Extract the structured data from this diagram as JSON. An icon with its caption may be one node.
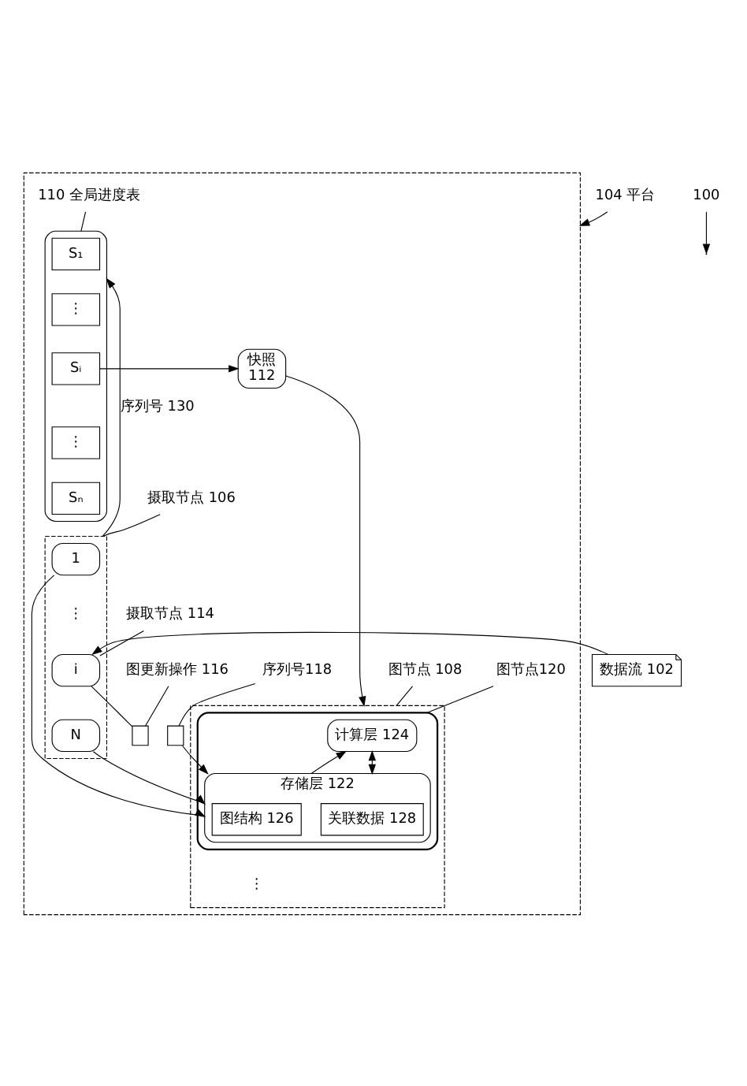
{
  "diagram": {
    "nodes": [
      {
        "text": [],
        "shape": "box"
      },
      {
        "text": [],
        "shape": "box",
        "in": 0
      },
      {
        "text": [
          "S₁"
        ],
        "in": 1
      },
      {
        "text": [
          "⋮"
        ],
        "in": 1
      },
      {
        "text": [
          "Sᵢ"
        ],
        "in": 1
      },
      {
        "text": [
          "⋮"
        ],
        "in": 1
      },
      {
        "text": [
          "Sₙ"
        ],
        "in": 1
      },
      {
        "text": [
          "快照",
          "112"
        ],
        "in": 0
      },
      {
        "text": [],
        "shape": "box",
        "in": 0
      },
      {
        "text": [
          "1"
        ],
        "in": 8
      },
      {
        "text": [
          "i"
        ],
        "in": 8
      },
      {
        "text": [
          "N"
        ],
        "in": 8
      },
      {
        "text": [],
        "shape": "box",
        "in": 0
      },
      {
        "text": [],
        "shape": "box",
        "in": 12
      },
      {
        "text": [
          "计算层 124"
        ],
        "in": 13
      },
      {
        "text": [
          "存储层 122"
        ],
        "in": 13
      },
      {
        "text": [
          "图结构 126"
        ],
        "in": 15
      },
      {
        "text": [
          "关联数据 128"
        ],
        "in": 15
      },
      {
        "text": [
          "数据流 102"
        ]
      },
      {
        "text": [],
        "shape": "box",
        "in": 0
      },
      {
        "text": [],
        "shape": "box",
        "in": 0
      },
      {
        "text": [
          "110 全局进度表"
        ],
        "in": 0
      },
      {
        "text": [
          "图节点120"
        ],
        "in": 0
      },
      {
        "text": [
          "摄取节点 114"
        ],
        "in": 0
      },
      {
        "text": [
          "图更新操作 116"
        ],
        "in": 0
      },
      {
        "text": [
          "序列号118"
        ],
        "in": 0
      },
      {
        "text": [
          "摄取节点 106"
        ],
        "in": 0
      },
      {
        "text": [
          "图节点 108"
        ],
        "in": 0
      },
      {
        "text": [
          "104 平台"
        ]
      },
      {
        "text": [
          "100"
        ]
      }
    ],
    "edges": [
      {
        "from": 4,
        "to": 7,
        "arrow": "to"
      },
      {
        "from": 7,
        "to": 12,
        "arrow": "to"
      },
      {
        "from": 8,
        "to": 1,
        "arrow": "to",
        "label": "序列号 130"
      },
      {
        "from": 18,
        "to": 10,
        "arrow": "to"
      },
      {
        "from": 10,
        "to": 19,
        "arrow": "none"
      },
      {
        "from": 9,
        "to": 15,
        "arrow": "to"
      },
      {
        "from": 20,
        "to": 15,
        "arrow": "to"
      },
      {
        "from": 11,
        "to": 15,
        "arrow": "to"
      },
      {
        "from": 15,
        "to": 14,
        "arrow": "to"
      },
      {
        "from": 15,
        "to": 14,
        "arrow": "both"
      },
      {
        "from": 21,
        "to": 1,
        "arrow": "none"
      },
      {
        "from": 22,
        "to": 13,
        "arrow": "none"
      },
      {
        "from": 23,
        "to": 10,
        "arrow": "none"
      },
      {
        "from": 24,
        "to": 19,
        "arrow": "none"
      },
      {
        "from": 25,
        "to": 20,
        "arrow": "none"
      },
      {
        "from": 26,
        "to": 8,
        "arrow": "none"
      },
      {
        "from": 27,
        "to": 12,
        "arrow": "none"
      },
      {
        "from": 28,
        "to": 0,
        "arrow": "to"
      },
      {
        "from": 29,
        "to": null,
        "arrow": "to"
      }
    ],
    "labels": [
      "⋮",
      "⋮"
    ]
  }
}
